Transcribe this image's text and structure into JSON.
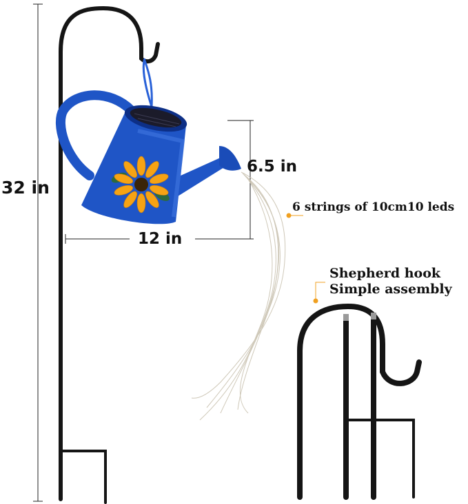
{
  "labels": {
    "height": "32 in",
    "can_height": "6.5 in",
    "can_width": "12 in",
    "lights": "6 strings of 10cm10 leds",
    "hook_line1": "Shepherd hook",
    "hook_line2": "Simple assembly"
  },
  "colors": {
    "can_blue": "#1f55c6",
    "can_dark": "#0d2f86",
    "petal": "#f6a314",
    "flower_center": "#3a2408",
    "leaf": "#2d6a3e",
    "hook": "#151515",
    "accent_dot": "#f0a020",
    "dim_line": "#222222",
    "string_light": "#c9c2b0"
  }
}
